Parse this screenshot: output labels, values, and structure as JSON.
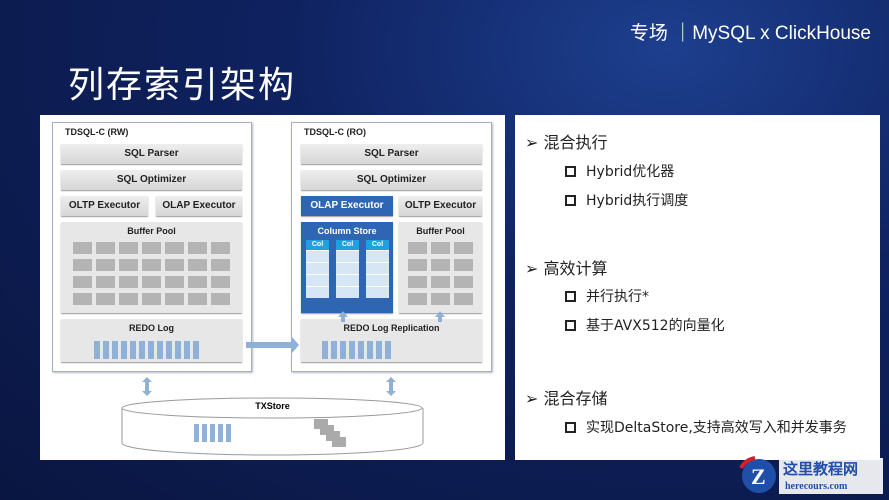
{
  "header": {
    "session": "专场 ｜MySQL x ClickHouse",
    "title": "列存索引架构"
  },
  "diagram": {
    "rw": {
      "title": "TDSQL-C (RW)",
      "parser": "SQL Parser",
      "optimizer": "SQL Optimizer",
      "oltp": "OLTP Executor",
      "olap": "OLAP Executor",
      "buffer": "Buffer Pool",
      "redo": "REDO Log"
    },
    "ro": {
      "title": "TDSQL-C (RO)",
      "parser": "SQL Parser",
      "optimizer": "SQL Optimizer",
      "olap": "OLAP Executor",
      "oltp": "OLTP Executor",
      "column_store": "Column Store",
      "col": "Col",
      "buffer": "Buffer Pool",
      "redo": "REDO Log Replication"
    },
    "storage": "TXStore"
  },
  "bullets": [
    {
      "heading": "混合执行",
      "items": [
        "Hybrid优化器",
        "Hybrid执行调度"
      ]
    },
    {
      "heading": "高效计算",
      "items": [
        "并行执行*",
        "基于AVX512的向量化"
      ]
    },
    {
      "heading": "混合存储",
      "items": [
        "实现DeltaStore,支持高效写入和并发事务"
      ]
    }
  ],
  "watermark": {
    "name": "这里教程网",
    "url": "herecours.com"
  },
  "colors": {
    "accent": "#2f66b4",
    "background": "#0f2260"
  }
}
